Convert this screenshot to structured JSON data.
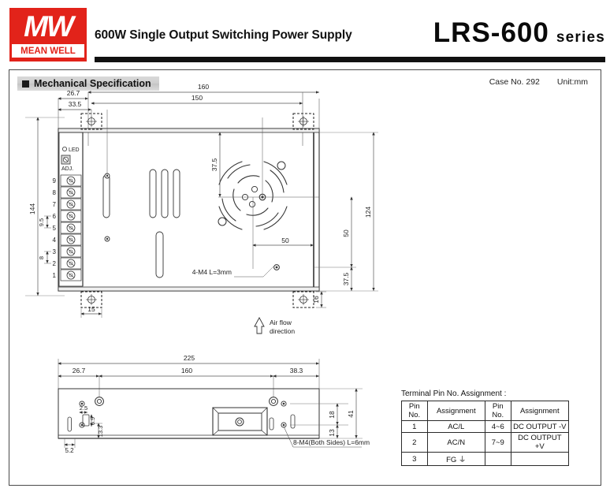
{
  "header": {
    "logo_mark": "MW",
    "logo_name": "MEAN WELL",
    "subtitle": "600W Single Output Switching Power Supply",
    "series_model": "LRS-600",
    "series_word": "series",
    "brand_color": "#e2231a"
  },
  "section": {
    "title": "Mechanical Specification",
    "case_no": "Case No. 292",
    "unit": "Unit:mm"
  },
  "top_view": {
    "dim_width_outer": "160",
    "dim_width_inner": "150",
    "dim_left_outer": "26.7",
    "dim_left_inner": "33.5",
    "dim_height": "144",
    "dim_pin_gap_a": "9.5",
    "dim_pin_gap_b": "8",
    "dim_fan_top": "37.5",
    "dim_fan_bottom": "37.5",
    "dim_fan_v": "50",
    "dim_fan_h": "50",
    "dim_side_total": "124",
    "dim_foot_left": "15",
    "dim_foot_right": "16",
    "screw_note": "4-M4  L=3mm",
    "airflow_line1": "Air flow",
    "airflow_line2": "direction",
    "airflow_arrow": "⇧",
    "led_label": "LED",
    "adj_label": "ADJ.",
    "pins": [
      "9",
      "8",
      "7",
      "6",
      "5",
      "4",
      "3",
      "2",
      "1"
    ]
  },
  "side_view": {
    "dim_total": "225",
    "dim_left": "26.7",
    "dim_mid": "160",
    "dim_right": "38.3",
    "dim_a": "2.5",
    "dim_b": "6.9",
    "dim_c": "13.3",
    "dim_d": "5.2",
    "dim_h1": "18",
    "dim_h2": "13",
    "dim_h3": "41",
    "screw_note": "8-M4(Both Sides) L=6mm"
  },
  "pin_table": {
    "title": "Terminal Pin No. Assignment :",
    "headers": [
      "Pin No.",
      "Assignment",
      "Pin No.",
      "Assignment"
    ],
    "rows": [
      [
        "1",
        "AC/L",
        "4~6",
        "DC OUTPUT -V"
      ],
      [
        "2",
        "AC/N",
        "7~9",
        "DC OUTPUT +V"
      ],
      [
        "3",
        "FG ⏚",
        "",
        ""
      ]
    ]
  }
}
